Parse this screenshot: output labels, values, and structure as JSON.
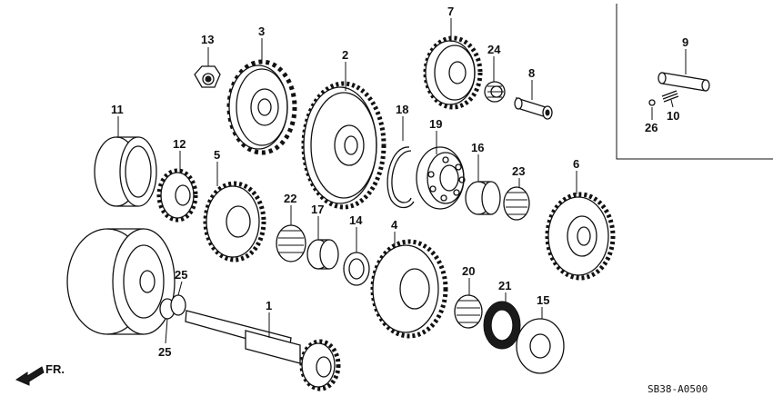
{
  "callouts": [
    {
      "id": "c13",
      "label": "13"
    },
    {
      "id": "c3",
      "label": "3"
    },
    {
      "id": "c2",
      "label": "2"
    },
    {
      "id": "c7",
      "label": "7"
    },
    {
      "id": "c24",
      "label": "24"
    },
    {
      "id": "c8",
      "label": "8"
    },
    {
      "id": "c9",
      "label": "9"
    },
    {
      "id": "c10",
      "label": "10"
    },
    {
      "id": "c26",
      "label": "26"
    },
    {
      "id": "c11",
      "label": "11"
    },
    {
      "id": "c12",
      "label": "12"
    },
    {
      "id": "c5",
      "label": "5"
    },
    {
      "id": "c18",
      "label": "18"
    },
    {
      "id": "c19",
      "label": "19"
    },
    {
      "id": "c16",
      "label": "16"
    },
    {
      "id": "c23",
      "label": "23"
    },
    {
      "id": "c6",
      "label": "6"
    },
    {
      "id": "c22",
      "label": "22"
    },
    {
      "id": "c17",
      "label": "17"
    },
    {
      "id": "c14",
      "label": "14"
    },
    {
      "id": "c4",
      "label": "4"
    },
    {
      "id": "c25a",
      "label": "25"
    },
    {
      "id": "c25b",
      "label": "25"
    },
    {
      "id": "c1",
      "label": "1"
    },
    {
      "id": "c20",
      "label": "20"
    },
    {
      "id": "c21",
      "label": "21"
    },
    {
      "id": "c15",
      "label": "15"
    }
  ],
  "direction_label": "FR.",
  "diagram_code": "SB38-A0500"
}
